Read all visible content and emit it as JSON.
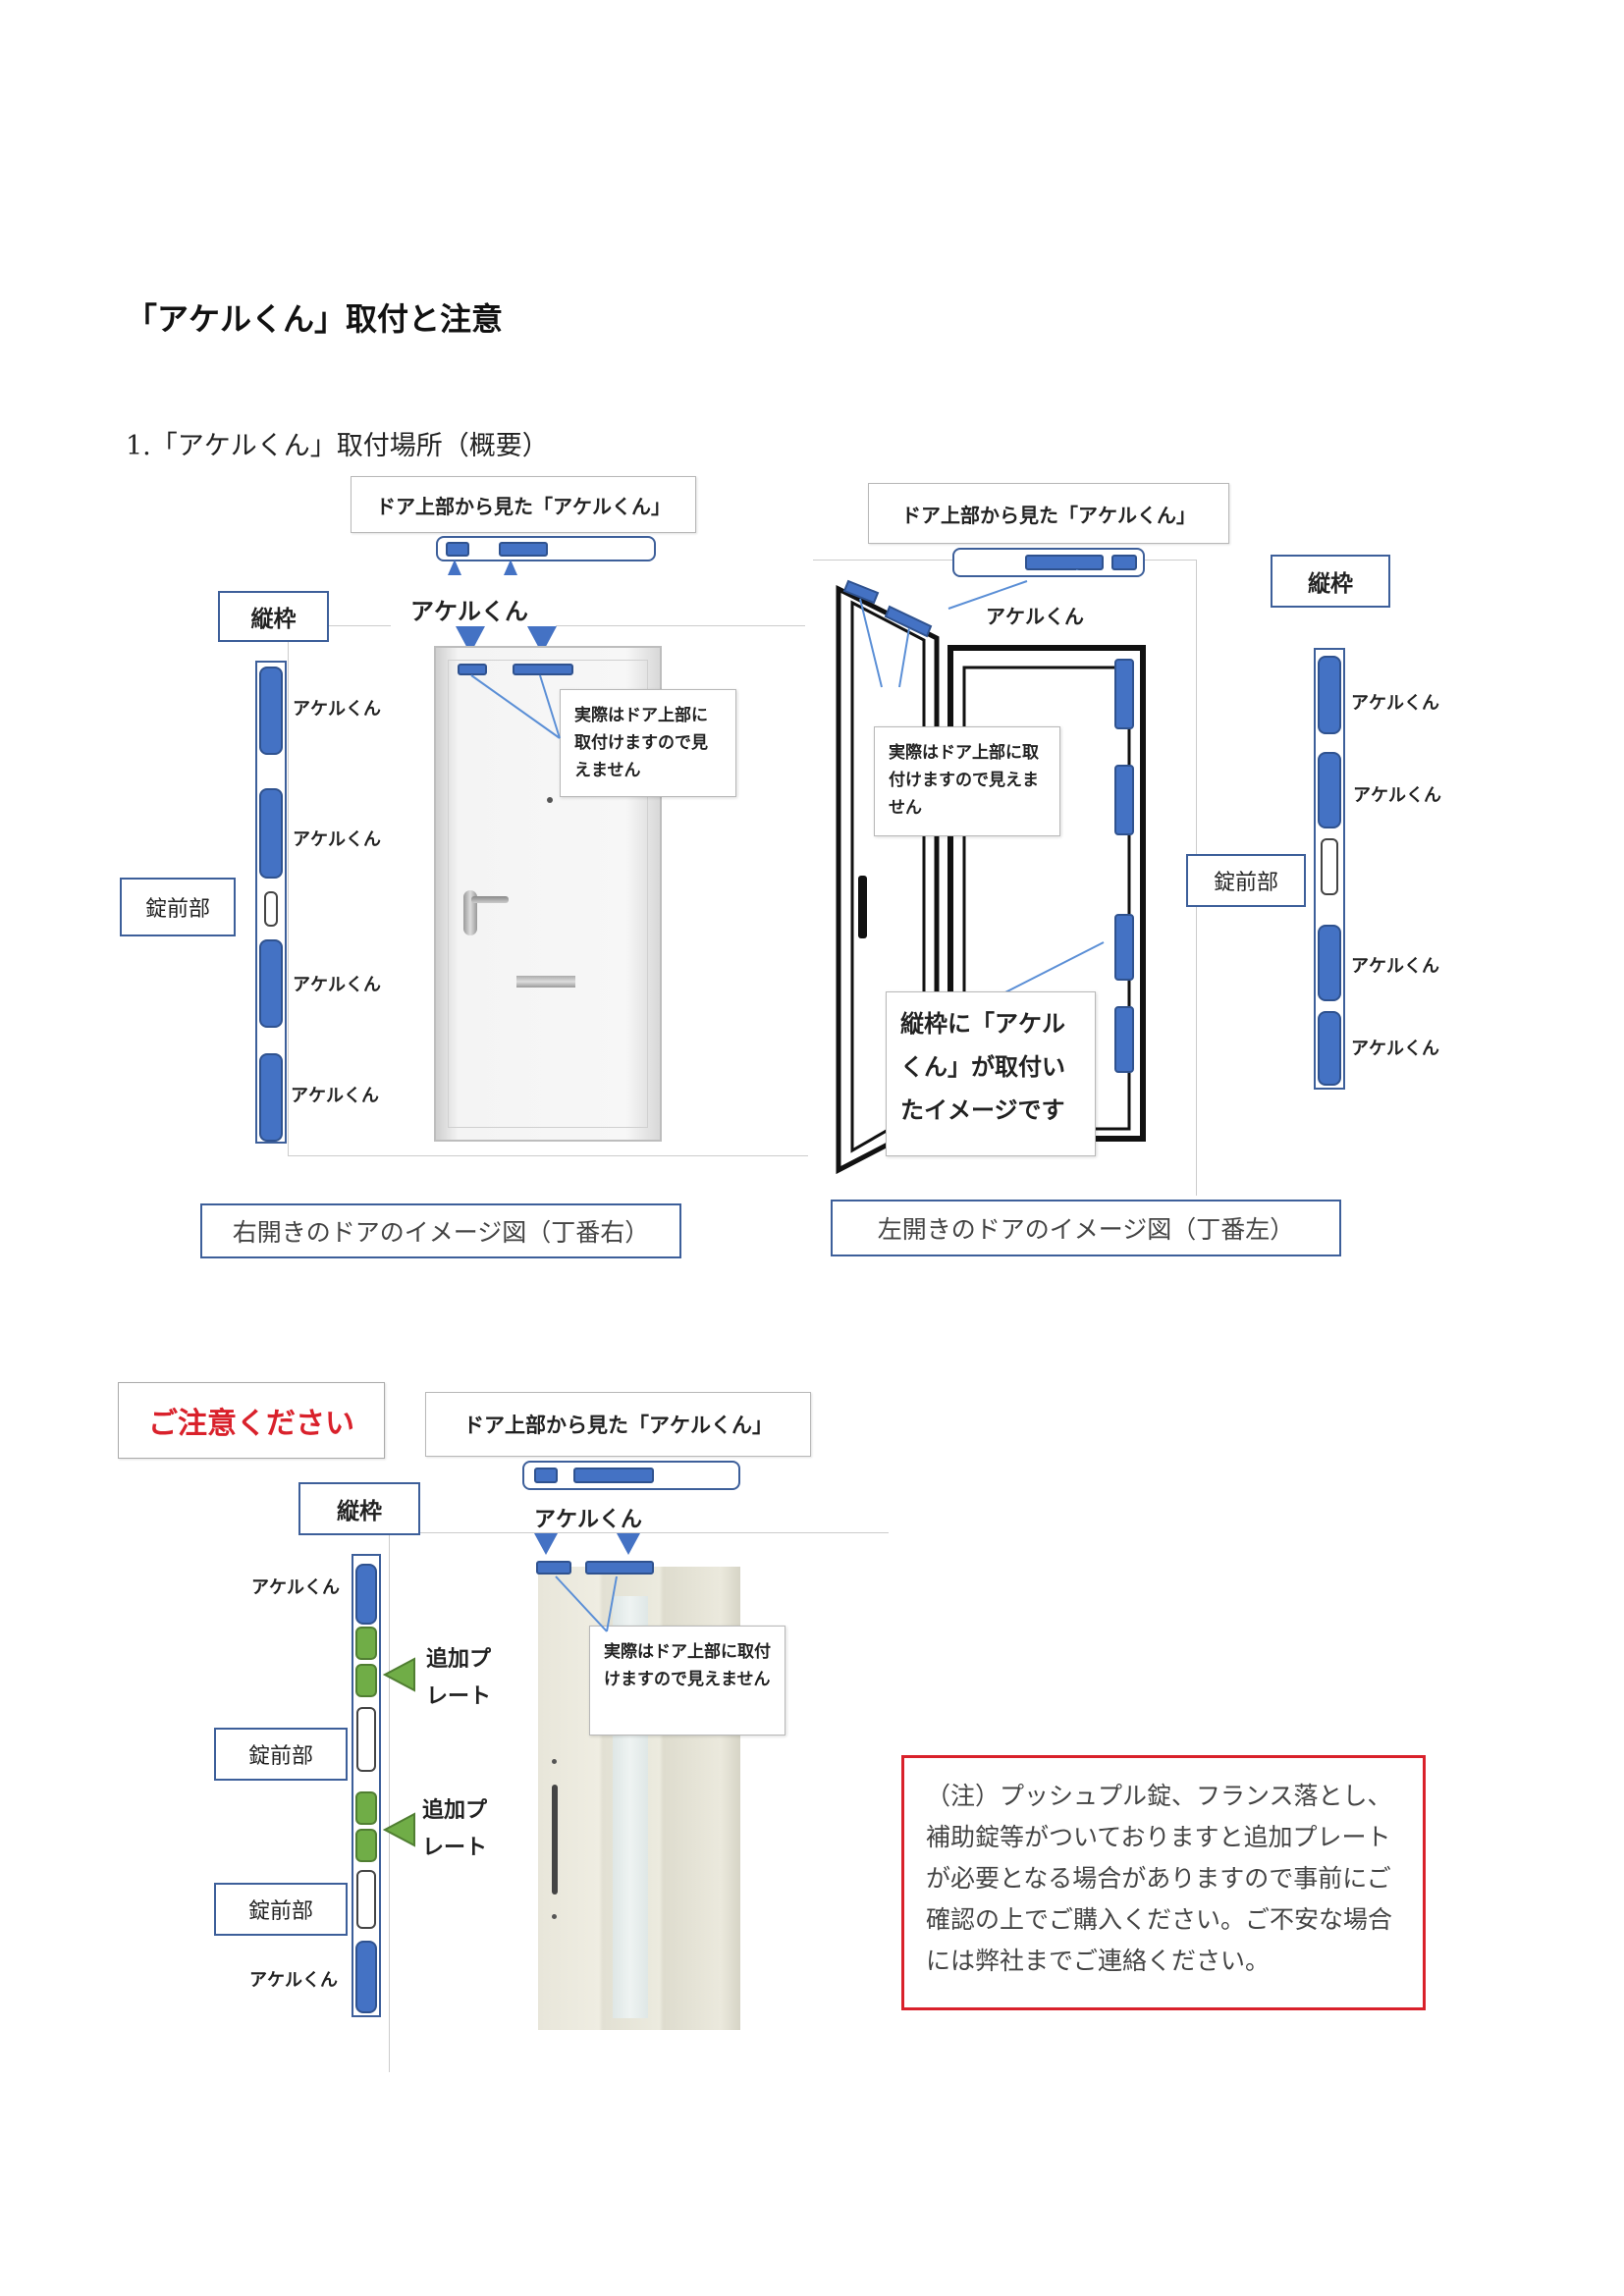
{
  "document": {
    "title": "「アケルくん」取付と注意",
    "section_heading": "1.「アケルくん」取付場所（概要）"
  },
  "labels": {
    "top_view": "ドア上部から見た「アケルくん」",
    "akerukun": "アケルくん",
    "vertical_frame": "縦枠",
    "lock_front": "錠前部",
    "hidden_note": "実際はドア上部に取付けますので見えません",
    "frame_install_note": "縦枠に「アケルくん」が取付いたイメージです",
    "additional_plate": "追加プレート"
  },
  "captions": {
    "right_door": "右開きのドアのイメージ図（丁番右）",
    "left_door": "左開きのドアのイメージ図（丁番左）"
  },
  "caution": {
    "heading": "ご注意ください",
    "body": "（注）プッシュプル錠、フランス落とし、補助錠等がついておりますと追加プレートが必要となる場合がありますので事前にご確認の上でご購入ください。ご不安な場合には弊社までご連絡ください。"
  },
  "colors": {
    "unit_blue": "#4472c4",
    "plate_green": "#70ad47",
    "frame_border": "#3d5f9a",
    "caution_red": "#d9212b"
  }
}
